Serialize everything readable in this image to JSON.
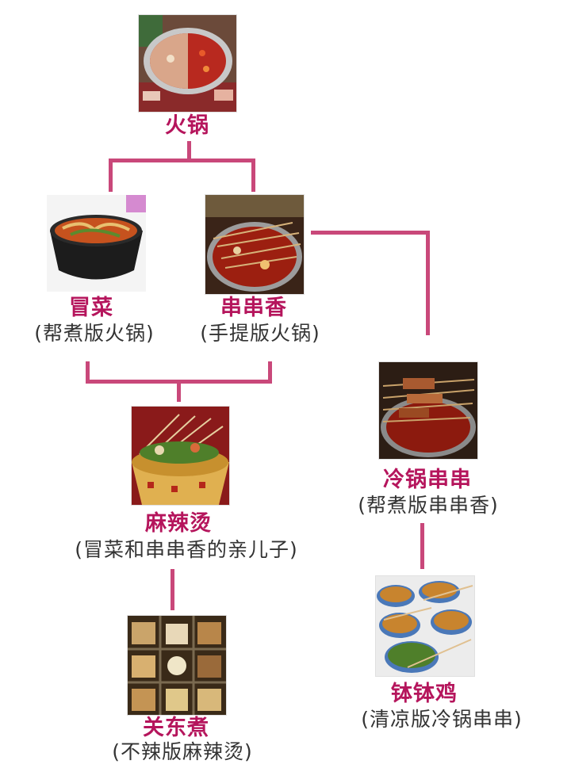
{
  "nodes": {
    "huoguo": {
      "title": "火锅",
      "sub": ""
    },
    "maocai": {
      "title": "冒菜",
      "sub": "(帮煮版火锅)"
    },
    "chuanchuanxiang": {
      "title": "串串香",
      "sub": "(手提版火锅)"
    },
    "lengguo": {
      "title": "冷锅串串",
      "sub": "(帮煮版串串香)"
    },
    "malatang": {
      "title": "麻辣烫",
      "sub": "(冒菜和串串香的亲儿子)"
    },
    "guandongzhu": {
      "title": "关东煮",
      "sub": "(不辣版麻辣烫)"
    },
    "bobo": {
      "title": "钵钵鸡",
      "sub": "(清凉版冷锅串串)"
    }
  },
  "colors": {
    "connector": "#c9487a",
    "title": "#b5155c",
    "subtitle": "#333333"
  }
}
